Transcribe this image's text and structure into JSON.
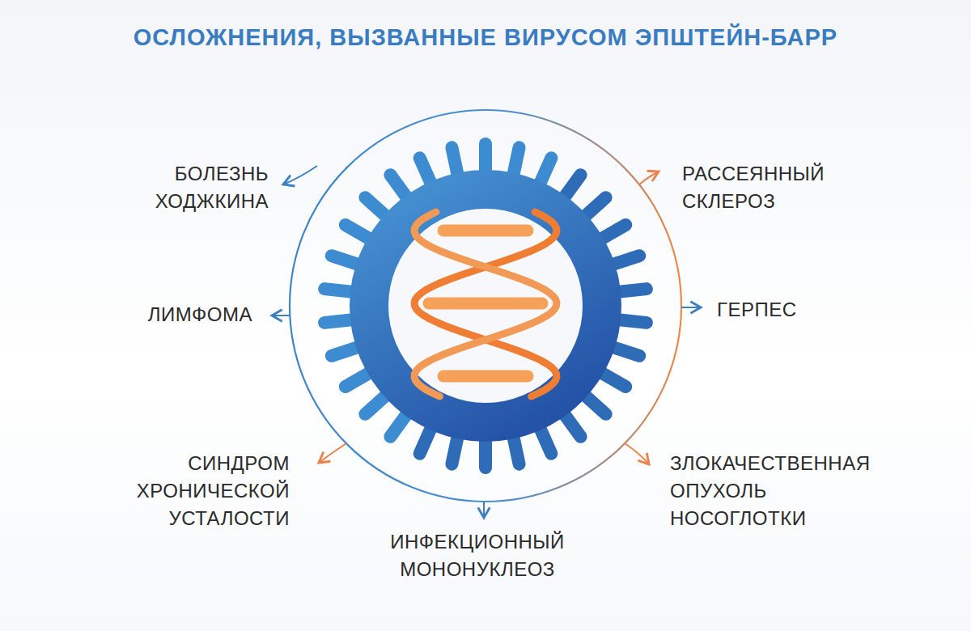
{
  "diagram": {
    "title": "ОСЛОЖНЕНИЯ, ВЫЗВАННЫЕ ВИРУСОМ ЭПШТЕЙН-БАРР",
    "labels": [
      "БОЛЕЗНЬ ХОДЖКИНА",
      "РАССЕЯННЫЙ СКЛЕРОЗ",
      "ЛИМФОМА",
      "ГЕРПЕС",
      "СИНДРОМ ХРОНИЧЕСКОЙ УСТАЛОСТИ",
      "ЗЛОКАЧЕСТВЕННАЯ ОПУХОЛЬ НОСОГЛОТКИ",
      "ИНФЕКЦИОННЫЙ МОНОНУКЛЕОЗ"
    ]
  }
}
